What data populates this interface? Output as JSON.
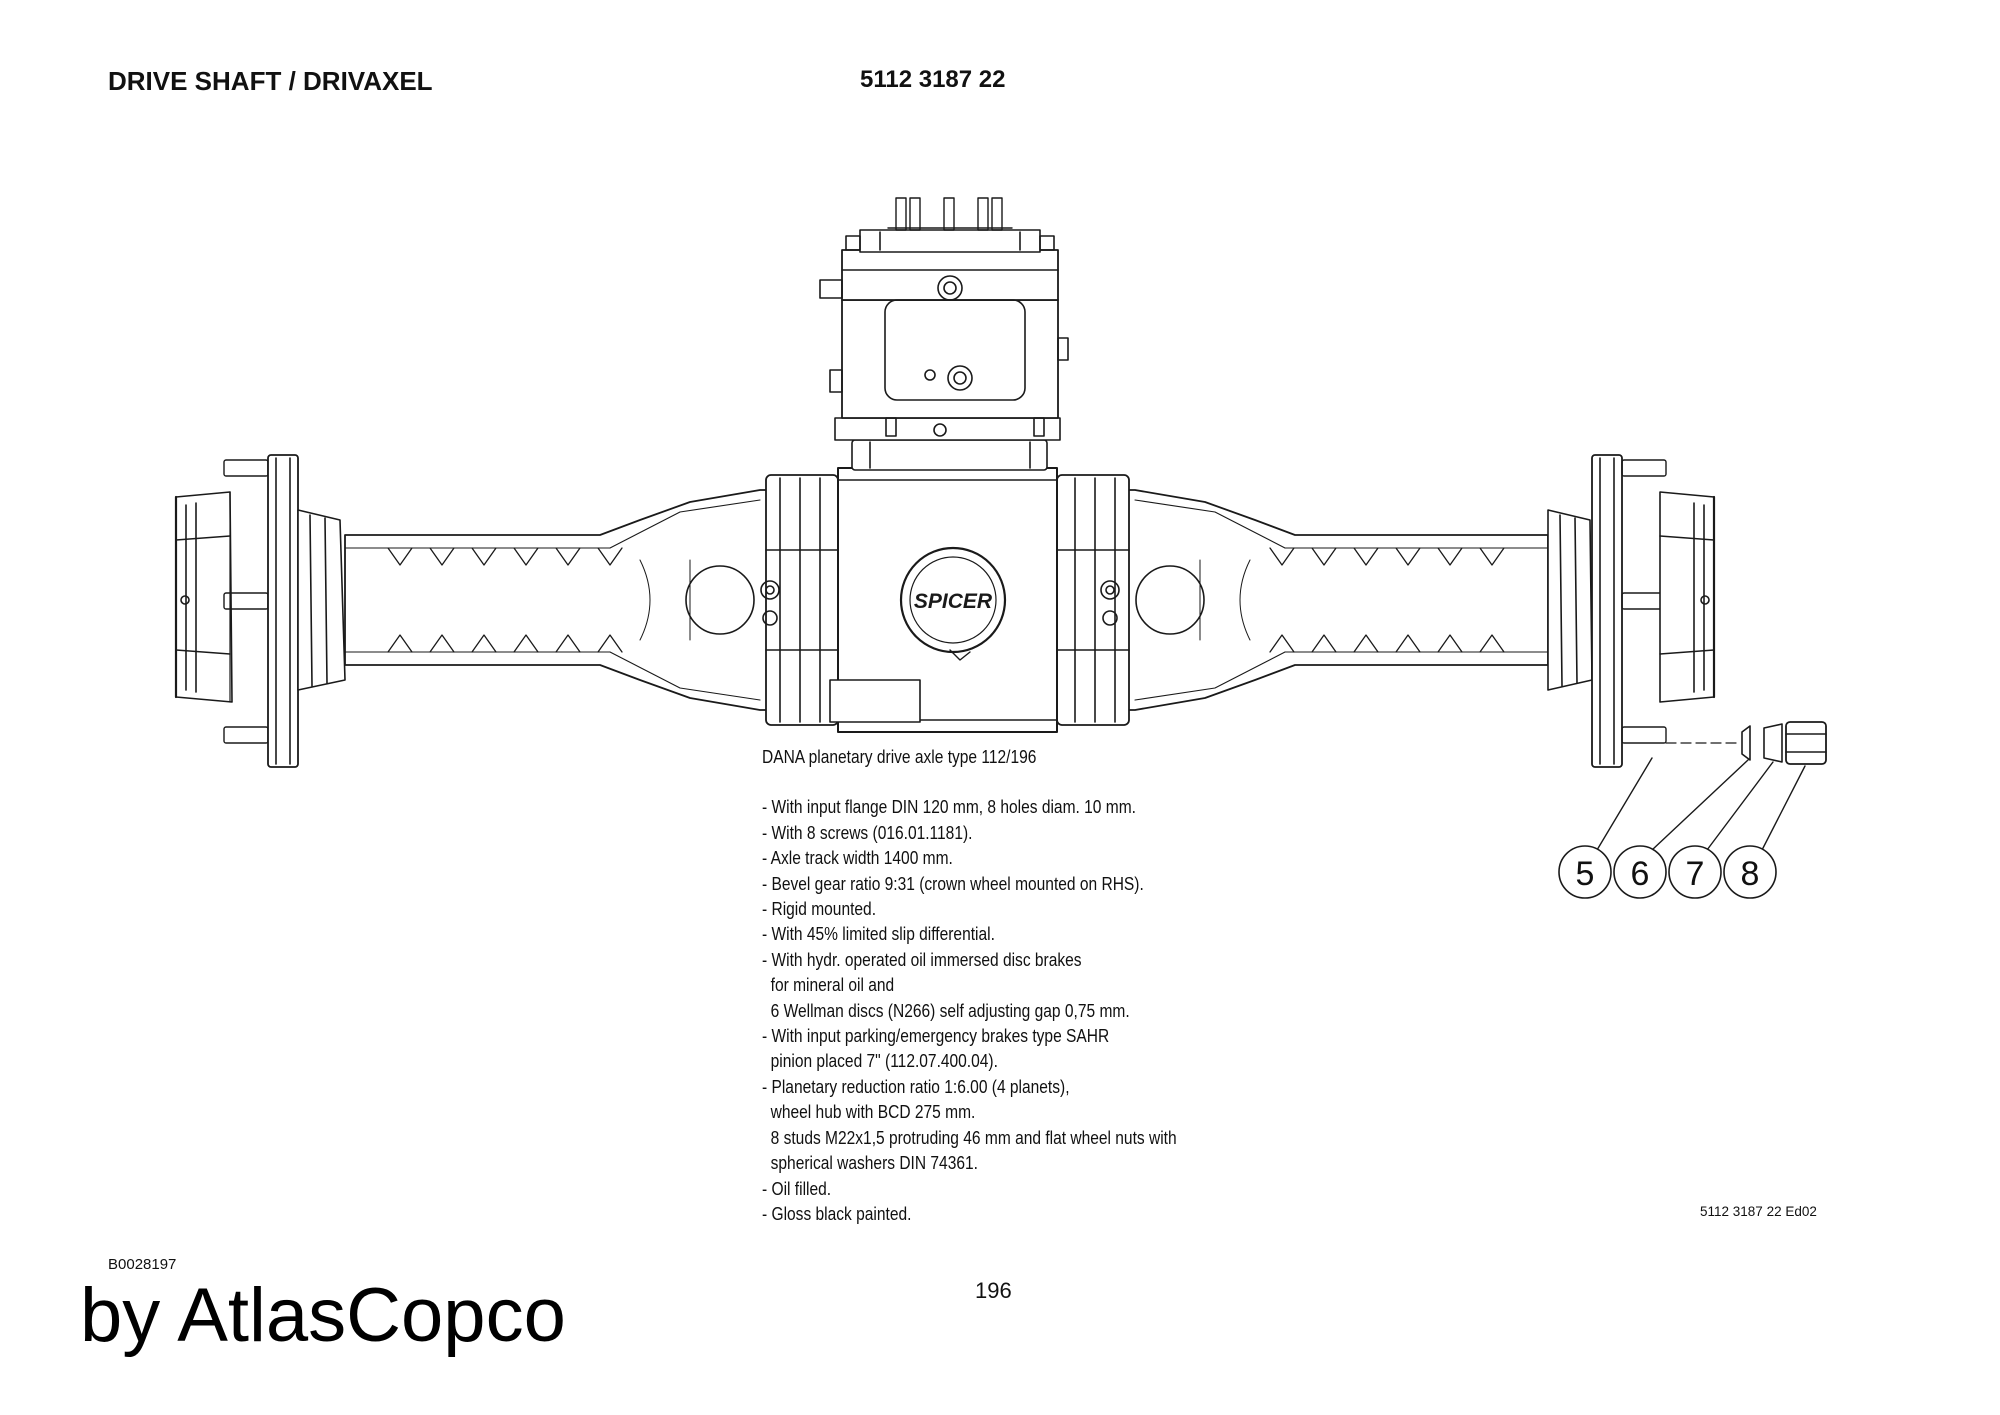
{
  "header": {
    "title": "DRIVE SHAFT / DRIVAXEL",
    "part_number": "5112 3187 22"
  },
  "drawing": {
    "brand_badge": "SPICER",
    "balloons": [
      "5",
      "6",
      "7",
      "8"
    ]
  },
  "spec": {
    "heading": "DANA planetary drive axle type 112/196",
    "lines": [
      "- With input flange DIN 120 mm, 8 holes diam. 10 mm.",
      "- With 8 screws (016.01.1181).",
      "- Axle track width 1400 mm.",
      "- Bevel gear ratio 9:31 (crown wheel mounted on RHS).",
      "- Rigid mounted.",
      "- With 45% limited slip differential.",
      "- With hydr. operated oil immersed disc brakes",
      "  for mineral oil and",
      "  6 Wellman discs (N266) self adjusting gap 0,75 mm.",
      "- With input parking/emergency brakes type SAHR",
      "  pinion placed 7\" (112.07.400.04).",
      "- Planetary reduction ratio 1:6.00 (4 planets),",
      "  wheel hub with BCD 275 mm.",
      "  8 studs M22x1,5 protruding 46 mm and flat wheel nuts with",
      "  spherical washers DIN 74361.",
      "- Oil filled.",
      "- Gloss black painted."
    ]
  },
  "footer": {
    "edition": "5112 3187 22 Ed02",
    "doc_id": "B0028197",
    "page_number": "196",
    "watermark": "by AtlasCopco"
  }
}
